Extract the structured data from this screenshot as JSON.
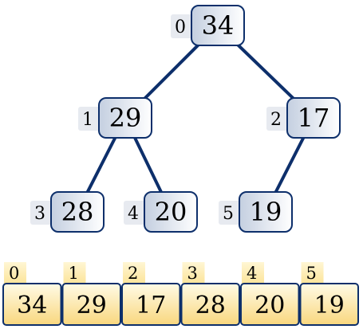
{
  "tree": {
    "nodes": [
      {
        "index": "0",
        "value": "34"
      },
      {
        "index": "1",
        "value": "29"
      },
      {
        "index": "2",
        "value": "17"
      },
      {
        "index": "3",
        "value": "28"
      },
      {
        "index": "4",
        "value": "20"
      },
      {
        "index": "5",
        "value": "19"
      }
    ],
    "edges": [
      [
        0,
        1
      ],
      [
        0,
        2
      ],
      [
        1,
        3
      ],
      [
        1,
        4
      ],
      [
        2,
        5
      ]
    ]
  },
  "array": {
    "cells": [
      {
        "index": "0",
        "value": "34"
      },
      {
        "index": "1",
        "value": "29"
      },
      {
        "index": "2",
        "value": "17"
      },
      {
        "index": "3",
        "value": "28"
      },
      {
        "index": "4",
        "value": "20"
      },
      {
        "index": "5",
        "value": "19"
      }
    ]
  },
  "colors": {
    "edge": "#0d2f6b",
    "node_border": "#0d2f6b",
    "node_fill_light": "#ffffff",
    "node_fill_dark": "#c4cfe0",
    "node_index_tag": "#e7eaf0",
    "cell_border": "#0d2f6b",
    "cell_fill_light": "#fffbe6",
    "cell_fill_dark": "#f9d77e",
    "cell_index_tag": "#fdedb5"
  }
}
